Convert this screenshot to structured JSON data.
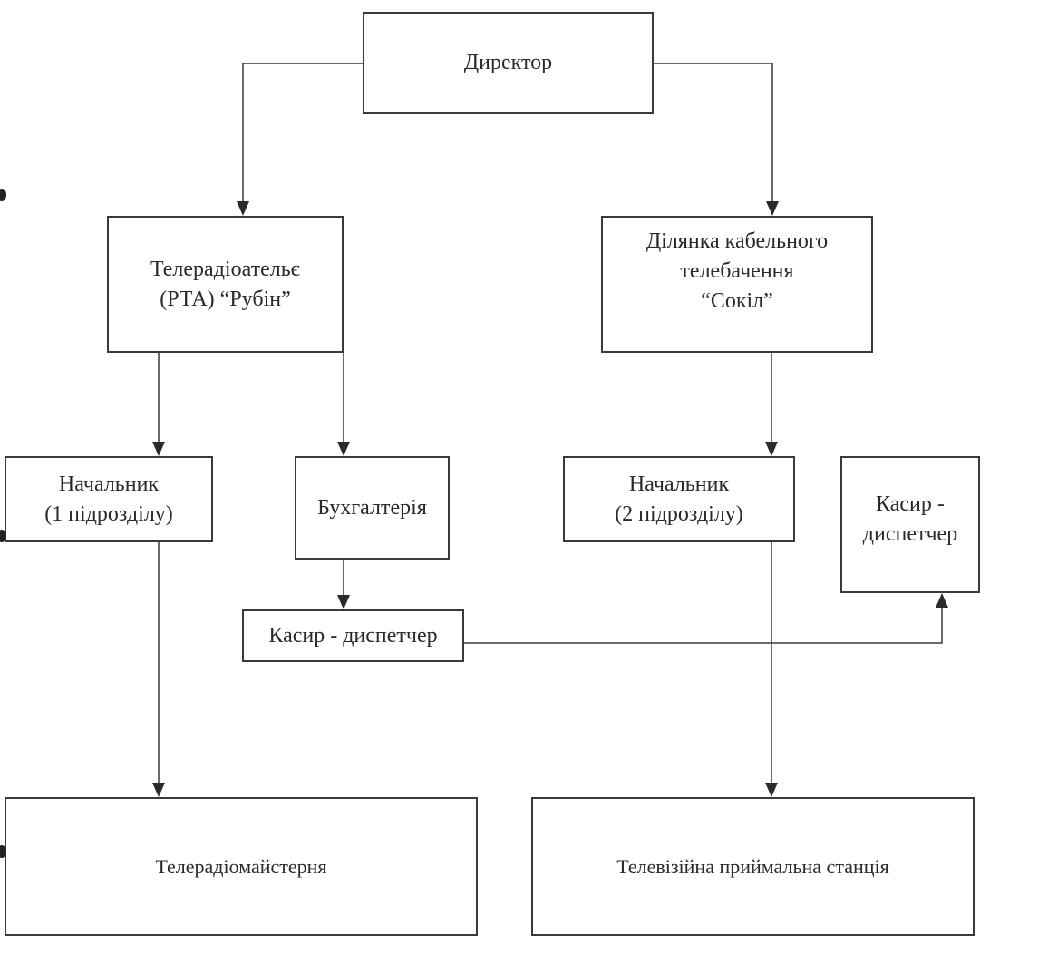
{
  "diagram": {
    "type": "org-chart",
    "nodes": {
      "director": "Директор",
      "rta_rubin": "Телерадіоательє\n(РТА) “Рубін”",
      "cable_tv_sokil": "Ділянка кабельного\nтелебачення\n“Сокіл”",
      "head_unit_1": "Начальник\n(1 підрозділу)",
      "accounting": "Бухгалтерія",
      "cashier_dispatcher_1": "Касир - диспетчер",
      "head_unit_2": "Начальник\n(2 підрозділу)",
      "cashier_dispatcher_2": "Касир -\nдиспетчер",
      "tv_radio_workshop": "Телерадіомайстерня",
      "tv_receiving_station": "Телевізійна приймальна станція"
    },
    "edges": [
      {
        "from": "director",
        "to": "rta_rubin"
      },
      {
        "from": "director",
        "to": "cable_tv_sokil"
      },
      {
        "from": "rta_rubin",
        "to": "head_unit_1"
      },
      {
        "from": "rta_rubin",
        "to": "accounting"
      },
      {
        "from": "accounting",
        "to": "cashier_dispatcher_1"
      },
      {
        "from": "cable_tv_sokil",
        "to": "head_unit_2"
      },
      {
        "from": "cashier_dispatcher_1",
        "to": "cashier_dispatcher_2"
      },
      {
        "from": "head_unit_1",
        "to": "tv_radio_workshop"
      },
      {
        "from": "head_unit_2",
        "to": "tv_receiving_station"
      }
    ]
  }
}
